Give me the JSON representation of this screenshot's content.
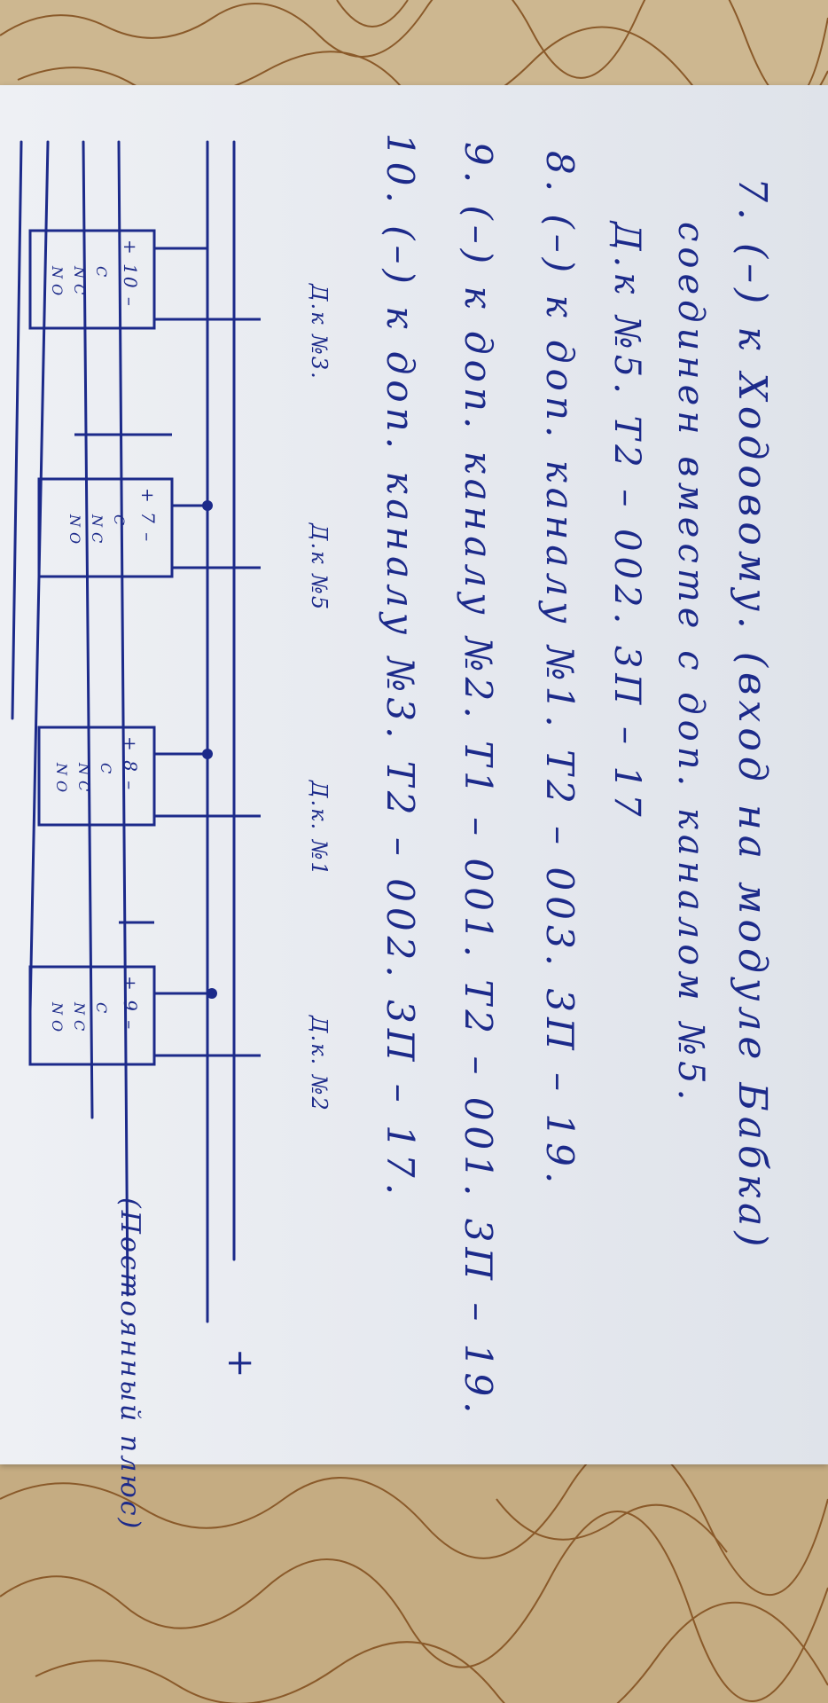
{
  "colors": {
    "ink": "#1c2a8a",
    "paper": "#e9ecf1",
    "fabric": "#c9b189",
    "stitch": "#8a5a2a"
  },
  "notes": {
    "line7": "7. (–) к Ходовому. (вход на модуле Бабка)",
    "line7b": "соединен вместе с доп. каналом №5.",
    "line7c": "Д.к №5.  Т2 – 002.  3П – 17",
    "line8": "8. (–) к доп. каналу №1.  Т2 – 003.  3П – 19.",
    "line9": "9. (–) к доп. каналу №2.  Т1 – 001.  Т2 – 001.  3П – 19.",
    "line10": "10. (–) к доп. каналу №3.  Т2 – 002.  3П – 17."
  },
  "modules": [
    {
      "number": "+ 10 –",
      "pins": [
        "C",
        "NC",
        "NO"
      ],
      "tag": "Д.к №3."
    },
    {
      "number": "+ 7 –",
      "pins": [
        "C",
        "NC",
        "NO"
      ],
      "tag": "Д.к №5"
    },
    {
      "number": "+ 8 –",
      "pins": [
        "C",
        "NC",
        "NO"
      ],
      "tag": "Д.к. №1"
    },
    {
      "number": "+ 9 –",
      "pins": [
        "C",
        "NC",
        "NO"
      ],
      "tag": "Д.к. №2"
    }
  ],
  "footer": {
    "note": "(Постоянный плюс)",
    "plus": "+"
  }
}
